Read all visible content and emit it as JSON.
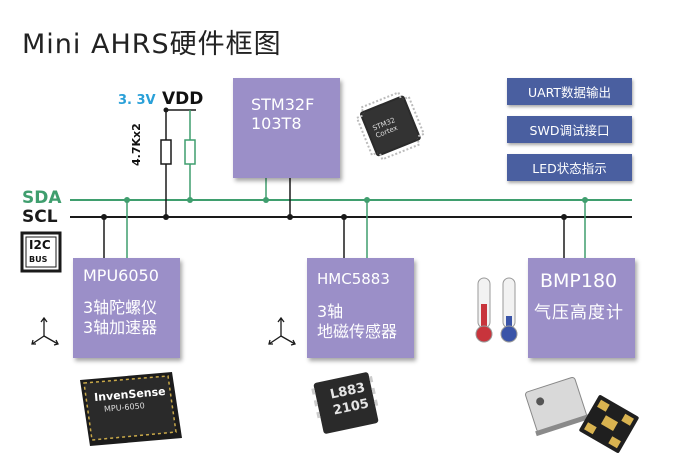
{
  "title": "Mini AHRS硬件框图",
  "power": {
    "voltage": "3. 3V",
    "rail": "VDD",
    "pullup": "4.7Kx2"
  },
  "bus": {
    "sda": "SDA",
    "scl": "SCL",
    "logo_top": "I2C",
    "logo_bottom": "BUS"
  },
  "mcu": {
    "line1": "STM32F",
    "line2": "103T8",
    "chip_mark": "STM32 Cortex"
  },
  "features": [
    "UART数据输出",
    "SWD调试接口",
    "LED状态指示"
  ],
  "sensors": [
    {
      "name": "MPU6050",
      "line1": "3轴陀螺仪",
      "line2": "3轴加速器",
      "chip_mark_top": "InvenSense",
      "chip_mark_bottom": "MPU-6050"
    },
    {
      "name": "HMC5883",
      "line1": "3轴",
      "line2": "地磁传感器",
      "chip_mark_top": "L883",
      "chip_mark_bottom": "2105"
    },
    {
      "name": "BMP180",
      "line1": "气压高度计"
    }
  ],
  "colors": {
    "box": "#9b8fc8",
    "pill": "#4a5fa0",
    "sda": "#3f9e6e",
    "scl": "#1a1a1a",
    "voltage": "#2aa0d8"
  }
}
